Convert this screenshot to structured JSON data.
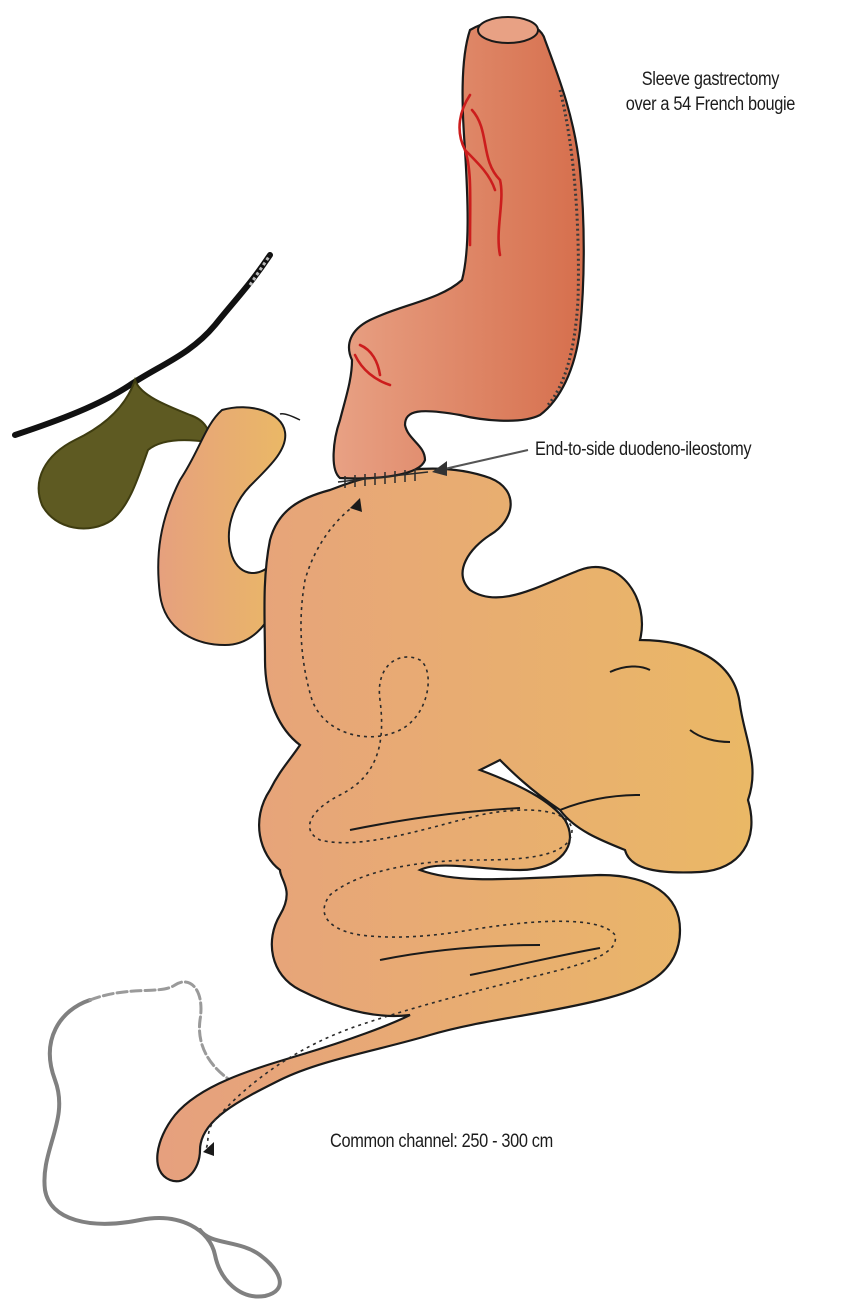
{
  "labels": {
    "sleeve_line1": "Sleeve gastrectomy",
    "sleeve_line2": "over a 54 French bougie",
    "anastomosis": "End-to-side duodeno-ileostomy",
    "common_channel": "Common channel: 250 - 300 cm"
  },
  "colors": {
    "stomach": "#d97a58",
    "bowel_light": "#e8a47e",
    "bowel_dark": "#e9b06a",
    "gallbladder": "#5e5a22",
    "bile_duct": "#111111",
    "vessels": "#cc1d1d",
    "colon_outline": "#7d7d7d",
    "outline": "#1a1a1a"
  }
}
